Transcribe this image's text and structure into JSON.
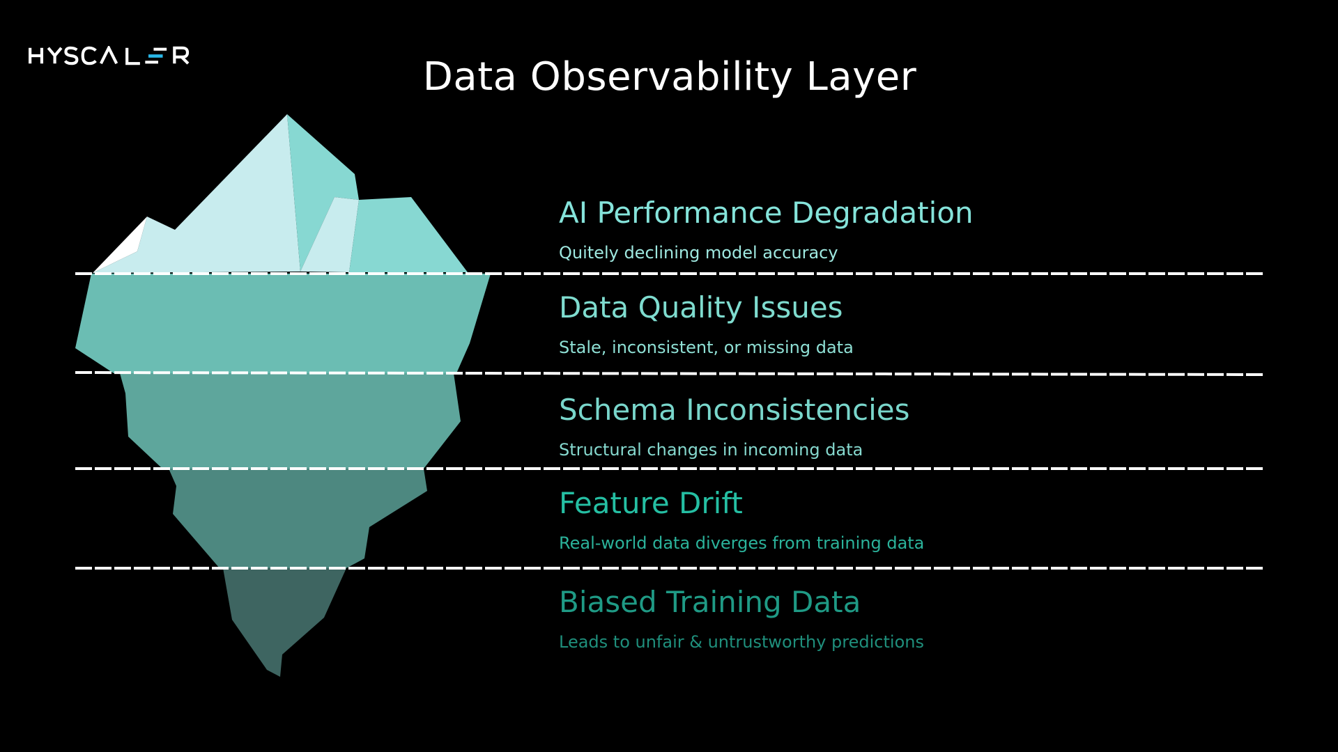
{
  "brand": {
    "name": "HYSCALER",
    "accent_color": "#29b6e6"
  },
  "title": "Data Observability Layer",
  "layers": [
    {
      "heading": "AI Performance Degradation",
      "subtitle": "Quitely declining model accuracy",
      "color": "#85e3da",
      "sub_color": "#9fe8e0",
      "iceberg_fill": "#c8ecee"
    },
    {
      "heading": "Data Quality Issues",
      "subtitle": "Stale, inconsistent, or missing data",
      "color": "#7fdccf",
      "sub_color": "#8fe0d5",
      "iceberg_fill": "#6bbdb3"
    },
    {
      "heading": "Schema Inconsistencies",
      "subtitle": "Structural changes in incoming data",
      "color": "#79d6cb",
      "sub_color": "#86d9cf",
      "iceberg_fill": "#5ea69c"
    },
    {
      "heading": "Feature Drift",
      "subtitle": "Real-world data diverges from training data",
      "color": "#25bfa3",
      "sub_color": "#2bb39b",
      "iceberg_fill": "#4d8880"
    },
    {
      "heading": "Biased Training Data",
      "subtitle": "Leads to unfair & untrustworthy predictions",
      "color": "#1f9a85",
      "sub_color": "#1f8f7c",
      "iceberg_fill": "#3e6561"
    }
  ]
}
